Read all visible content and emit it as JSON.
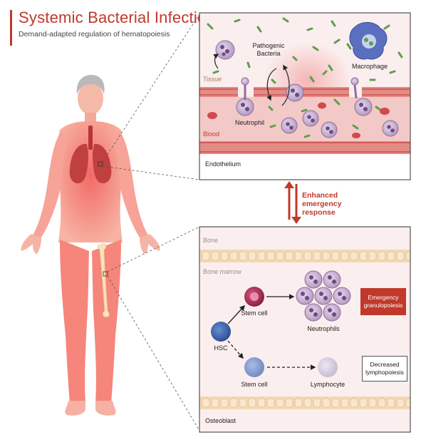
{
  "header": {
    "title": "Systemic Bacterial Infection",
    "subtitle": "Demand-adapted regulation of hematopoiesis"
  },
  "infection_panel": {
    "label_pathogenic": "Pathogenic",
    "label_bacteria": "Bacteria",
    "label_macrophage": "Macrophage",
    "label_tissue": "Tissue",
    "label_neutrophil": "Neutrophil",
    "label_blood": "Blood",
    "label_endothelium": "Endothelium"
  },
  "response": {
    "line1": "Enhanced",
    "line2": "emergency",
    "line3": "response"
  },
  "marrow_panel": {
    "label_bone": "Bone",
    "label_bone_marrow": "Bone marrow",
    "label_stem_cell_top": "Stem cell",
    "label_hsc": "HSC",
    "label_neutrophils": "Neutrophils",
    "label_stem_cell_bottom": "Stem cell",
    "label_lymphocyte": "Lymphocyte",
    "label_osteoblast": "Osteoblast",
    "box_emergency_1": "Emergency",
    "box_emergency_2": "granulopoiesis",
    "box_decreased_1": "Decreased",
    "box_decreased_2": "lymphopoiesis"
  },
  "colors": {
    "accent_red": "#c0392b",
    "tissue_pink": "#f6e2e0",
    "vessel_red": "#c9504f",
    "neutrophil_purple": "#a88bb3",
    "bacteria_green": "#5aa04a",
    "bone_tan": "#f3d8b6",
    "hsc_blue": "#3a64b0",
    "stem_red": "#a5264f"
  }
}
